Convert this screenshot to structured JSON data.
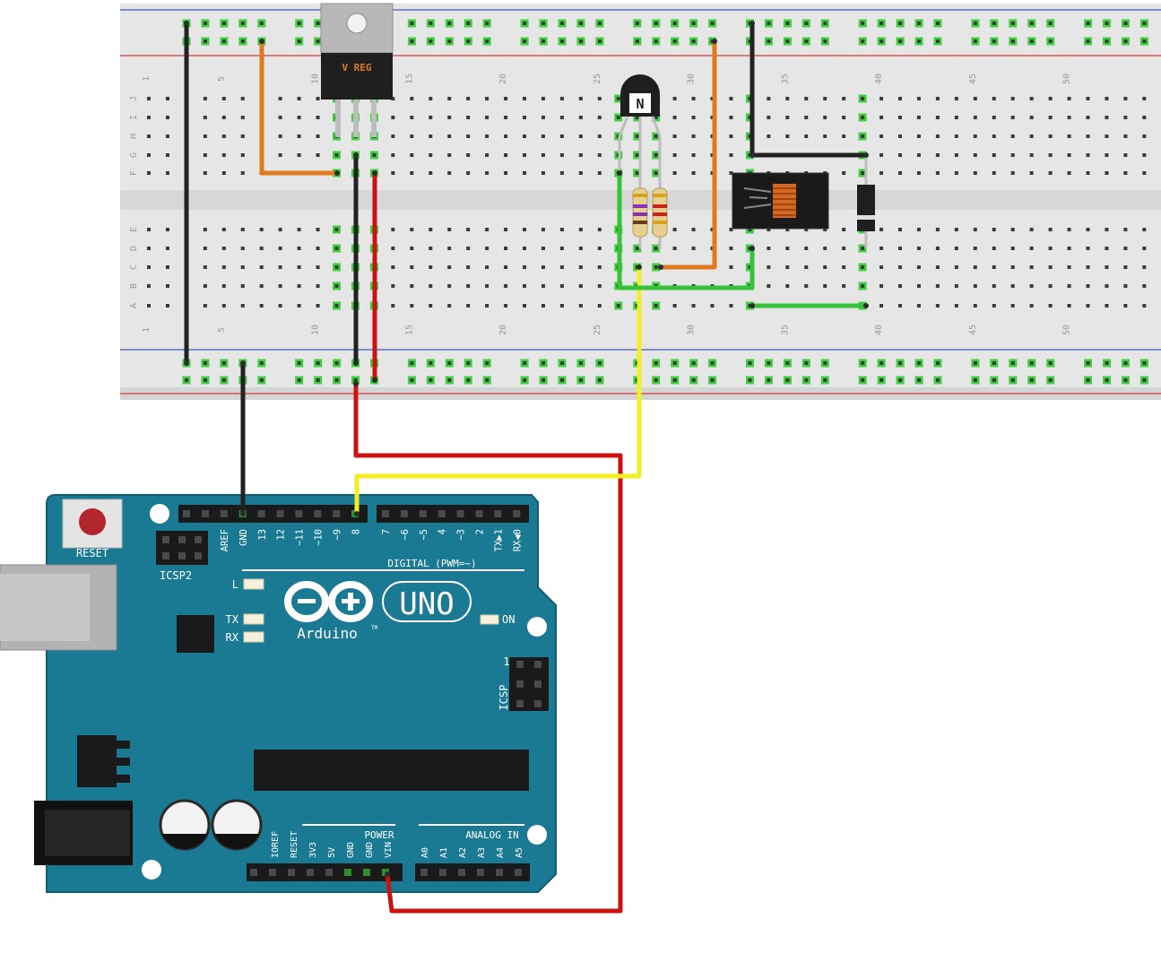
{
  "colors": {
    "breadboard": "#e4e4e4",
    "breadboard_edge": "#cfcfcf",
    "hole": "#3a3a3a",
    "hole_active": "#3fcf3f",
    "rail_red": "#d23c3c",
    "rail_blue": "#3d55c9",
    "arduino": "#1b7a93",
    "arduino_dark": "#0f5e74",
    "wire_black": "#222222",
    "wire_orange": "#e07a1c",
    "wire_red": "#cc1111",
    "wire_yellow": "#f2ef21",
    "wire_green": "#36c23a"
  },
  "breadboard": {
    "row_letters_top": [
      "J",
      "I",
      "H",
      "G",
      "F"
    ],
    "row_letters_bottom": [
      "E",
      "D",
      "C",
      "B",
      "A"
    ],
    "column_numbers": [
      "1",
      "5",
      "10",
      "15",
      "20",
      "25",
      "30",
      "35",
      "40",
      "45",
      "50"
    ]
  },
  "components": {
    "regulator_label": "V REG",
    "transistor_label": "N",
    "relay_icon": "relay-coil-icon",
    "diode_icon": "diode-icon"
  },
  "arduino": {
    "reset_label": "RESET",
    "icsp2_label": "ICSP2",
    "icsp_label": "ICSP",
    "icsp_pin1": "1",
    "digital_label": "DIGITAL (PWM=~)",
    "digital_pins": [
      "AREF",
      "GND",
      "13",
      "12",
      "~11",
      "~10",
      "~9",
      "8",
      "7",
      "~6",
      "~5",
      "4",
      "~3",
      "2",
      "TX▶1",
      "RX◀0"
    ],
    "led_l": "L",
    "led_tx": "TX",
    "led_rx": "RX",
    "led_on": "ON",
    "brand": "Arduino",
    "trademark": "TM",
    "model": "UNO",
    "power_label": "POWER",
    "analog_label": "ANALOG IN",
    "power_pins": [
      "IOREF",
      "RESET",
      "3V3",
      "5V",
      "GND",
      "GND",
      "VIN"
    ],
    "analog_pins": [
      "A0",
      "A1",
      "A2",
      "A3",
      "A4",
      "A5"
    ]
  }
}
